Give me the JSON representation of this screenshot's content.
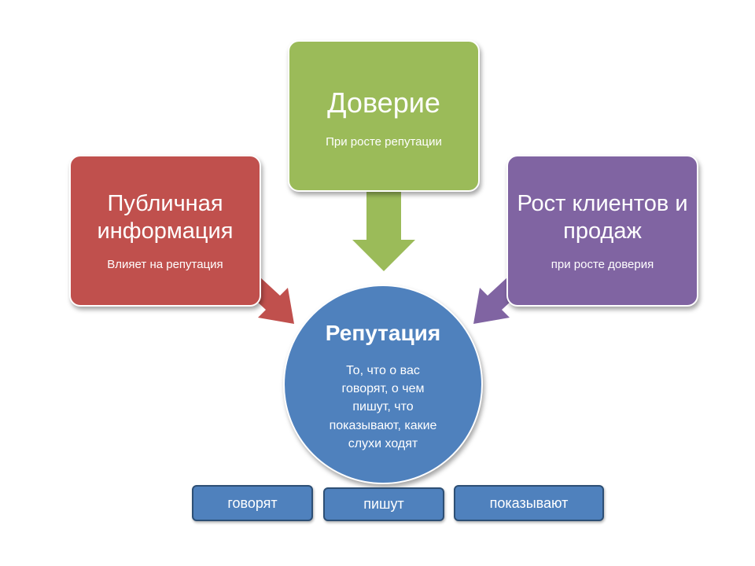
{
  "diagram": {
    "left_box": {
      "title": "Публичная информация",
      "subtitle": "Влияет на репутация",
      "color": "#c0504d"
    },
    "center_box": {
      "title": "Доверие",
      "subtitle": "При росте репутации",
      "color": "#9bbb59"
    },
    "right_box": {
      "title": "Рост клиентов и продаж",
      "subtitle": "при росте доверия",
      "color": "#8064a2"
    },
    "center_circle": {
      "title": "Репутация",
      "description": "То, что о вас говорят, о чем пишут, что показывают, какие слухи ходят",
      "color": "#4f81bd"
    },
    "tags": [
      "говорят",
      "пишут",
      "показывают"
    ]
  }
}
